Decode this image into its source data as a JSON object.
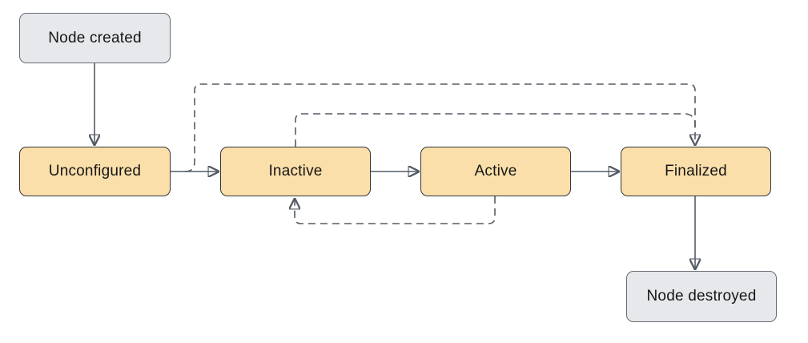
{
  "diagram": {
    "type": "state-diagram",
    "nodes": [
      {
        "id": "node-created",
        "label": "Node created",
        "kind": "terminal"
      },
      {
        "id": "unconfigured",
        "label": "Unconfigured",
        "kind": "state"
      },
      {
        "id": "inactive",
        "label": "Inactive",
        "kind": "state"
      },
      {
        "id": "active",
        "label": "Active",
        "kind": "state"
      },
      {
        "id": "finalized",
        "label": "Finalized",
        "kind": "state"
      },
      {
        "id": "node-destroyed",
        "label": "Node destroyed",
        "kind": "terminal"
      }
    ],
    "edges": [
      {
        "from": "node-created",
        "to": "unconfigured",
        "style": "solid"
      },
      {
        "from": "unconfigured",
        "to": "inactive",
        "style": "solid"
      },
      {
        "from": "inactive",
        "to": "active",
        "style": "solid"
      },
      {
        "from": "active",
        "to": "finalized",
        "style": "solid"
      },
      {
        "from": "finalized",
        "to": "node-destroyed",
        "style": "solid"
      },
      {
        "from": "unconfigured",
        "to": "finalized",
        "style": "dashed"
      },
      {
        "from": "inactive",
        "to": "finalized",
        "style": "dashed"
      },
      {
        "from": "active",
        "to": "inactive",
        "style": "dashed"
      }
    ],
    "colors": {
      "background": "#ffffff",
      "state-fill": "#fbdfaa",
      "state-border": "#33363b",
      "terminal-fill": "#e6e8ec",
      "terminal-border": "#666b72",
      "edge": "#545b64",
      "arrowhead": "#3f454d",
      "label": "#161616"
    }
  }
}
